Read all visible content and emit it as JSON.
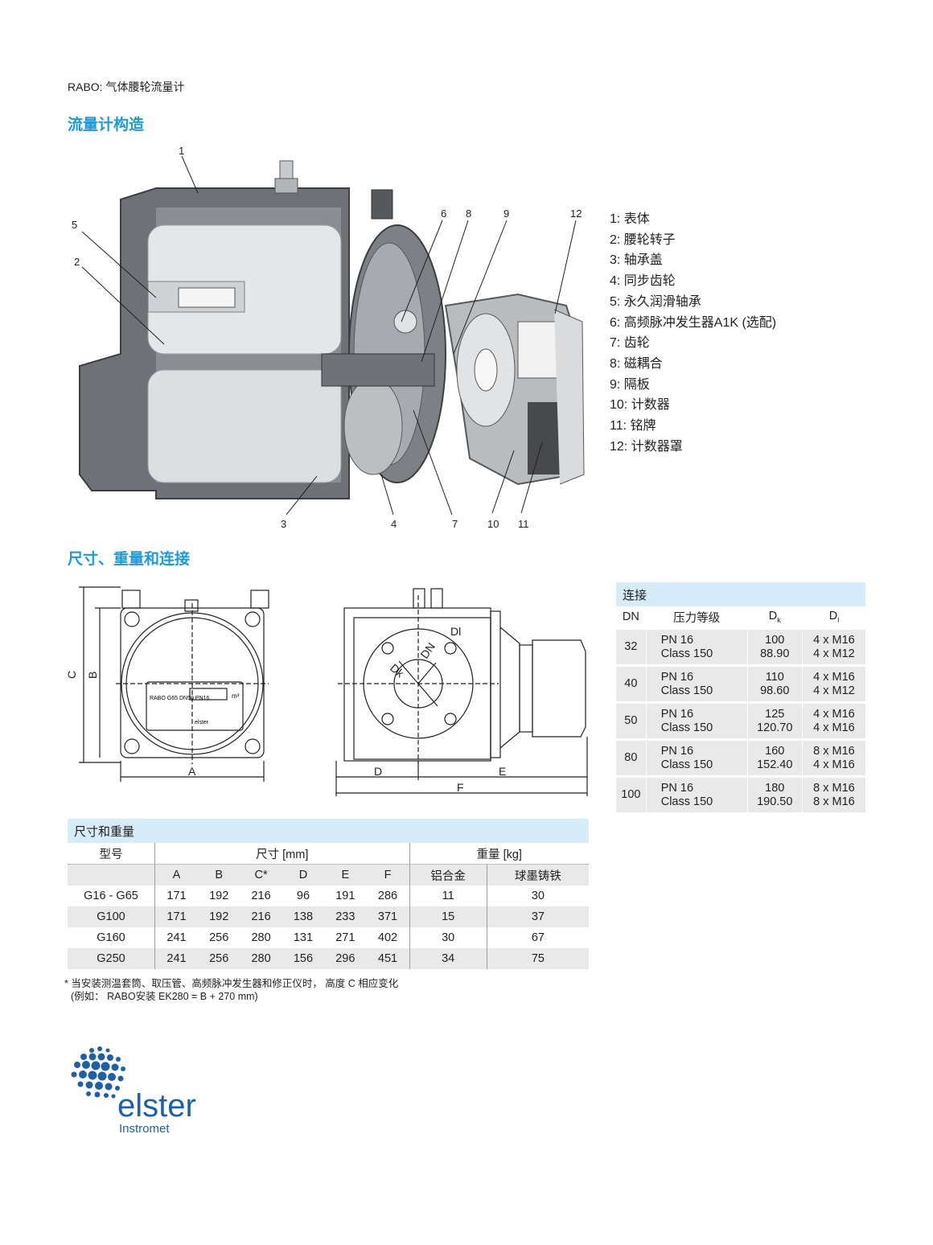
{
  "header": {
    "doc_title": "RABO: 气体腰轮流量计"
  },
  "sections": {
    "structure": "流量计构造",
    "dimensions": "尺寸、重量和连接"
  },
  "cutaway": {
    "callouts": [
      "1",
      "2",
      "3",
      "4",
      "5",
      "6",
      "7",
      "8",
      "9",
      "10",
      "11",
      "12"
    ]
  },
  "legend": [
    "1:  表体",
    "2:  腰轮转子",
    "3:  轴承盖",
    "4:  同步齿轮",
    "5:  永久润滑轴承",
    "6:  高频脉冲发生器A1K (选配)",
    "7:  齿轮",
    "8:  磁耦合",
    "9:  隔板",
    "10: 计数器",
    "11: 铭牌",
    "12: 计数器罩"
  ],
  "drawings": {
    "front": {
      "a": "A",
      "b": "B",
      "c": "C",
      "unit": "m³",
      "plate": "RABO G65 DN50 PN16",
      "brand": "elster"
    },
    "side": {
      "d": "D",
      "e": "E",
      "f": "F",
      "dk": "Dk",
      "dn": "DN",
      "dl": "Dl"
    }
  },
  "connections": {
    "caption": "连接",
    "headers": {
      "dn": "DN",
      "pressure": "压力等级",
      "dk_main": "D",
      "dk_sub": "k",
      "dl_main": "D",
      "dl_sub": "l"
    },
    "rows": [
      {
        "dn": "32",
        "p1": "PN 16",
        "p2": "Class 150",
        "dk1": "100",
        "dk2": "88.90",
        "dl1": "4 x M16",
        "dl2": "4 x M12"
      },
      {
        "dn": "40",
        "p1": "PN 16",
        "p2": "Class 150",
        "dk1": "110",
        "dk2": "98.60",
        "dl1": "4 x M16",
        "dl2": "4 x M12"
      },
      {
        "dn": "50",
        "p1": "PN 16",
        "p2": "Class 150",
        "dk1": "125",
        "dk2": "120.70",
        "dl1": "4 x M16",
        "dl2": "4 x M16"
      },
      {
        "dn": "80",
        "p1": "PN 16",
        "p2": "Class 150",
        "dk1": "160",
        "dk2": "152.40",
        "dl1": "8 x M16",
        "dl2": "4 x M16"
      },
      {
        "dn": "100",
        "p1": "PN 16",
        "p2": "Class 150",
        "dk1": "180",
        "dk2": "190.50",
        "dl1": "8 x M16",
        "dl2": "8 x M16"
      }
    ]
  },
  "dimensions_table": {
    "caption": "尺寸和重量",
    "group_headers": {
      "model": "型号",
      "dims": "尺寸 [mm]",
      "weight": "重量 [kg]"
    },
    "columns": [
      "A",
      "B",
      "C*",
      "D",
      "E",
      "F",
      "铝合金",
      "球墨铸铁"
    ],
    "rows": [
      {
        "model": "G16 - G65",
        "values": [
          "171",
          "192",
          "216",
          "96",
          "191",
          "286",
          "11",
          "30"
        ]
      },
      {
        "model": "G100",
        "values": [
          "171",
          "192",
          "216",
          "138",
          "233",
          "371",
          "15",
          "37"
        ]
      },
      {
        "model": "G160",
        "values": [
          "241",
          "256",
          "280",
          "131",
          "271",
          "402",
          "30",
          "67"
        ]
      },
      {
        "model": "G250",
        "values": [
          "241",
          "256",
          "280",
          "156",
          "296",
          "451",
          "34",
          "75"
        ]
      }
    ]
  },
  "footnote": {
    "line1": "* 当安装测温套筒、取压管、高频脉冲发生器和修正仪时， 高度 C 相应变化",
    "line2": "(例如： RABO安装 EK280 = B + 270 mm)"
  },
  "logo": {
    "brand": "elster",
    "sub": "Instromet"
  },
  "colors": {
    "accent": "#1b9bd8",
    "table_header": "#d6ecf9",
    "row_shade": "#e9e9ea",
    "logo_blue": "#1d5fa8"
  }
}
